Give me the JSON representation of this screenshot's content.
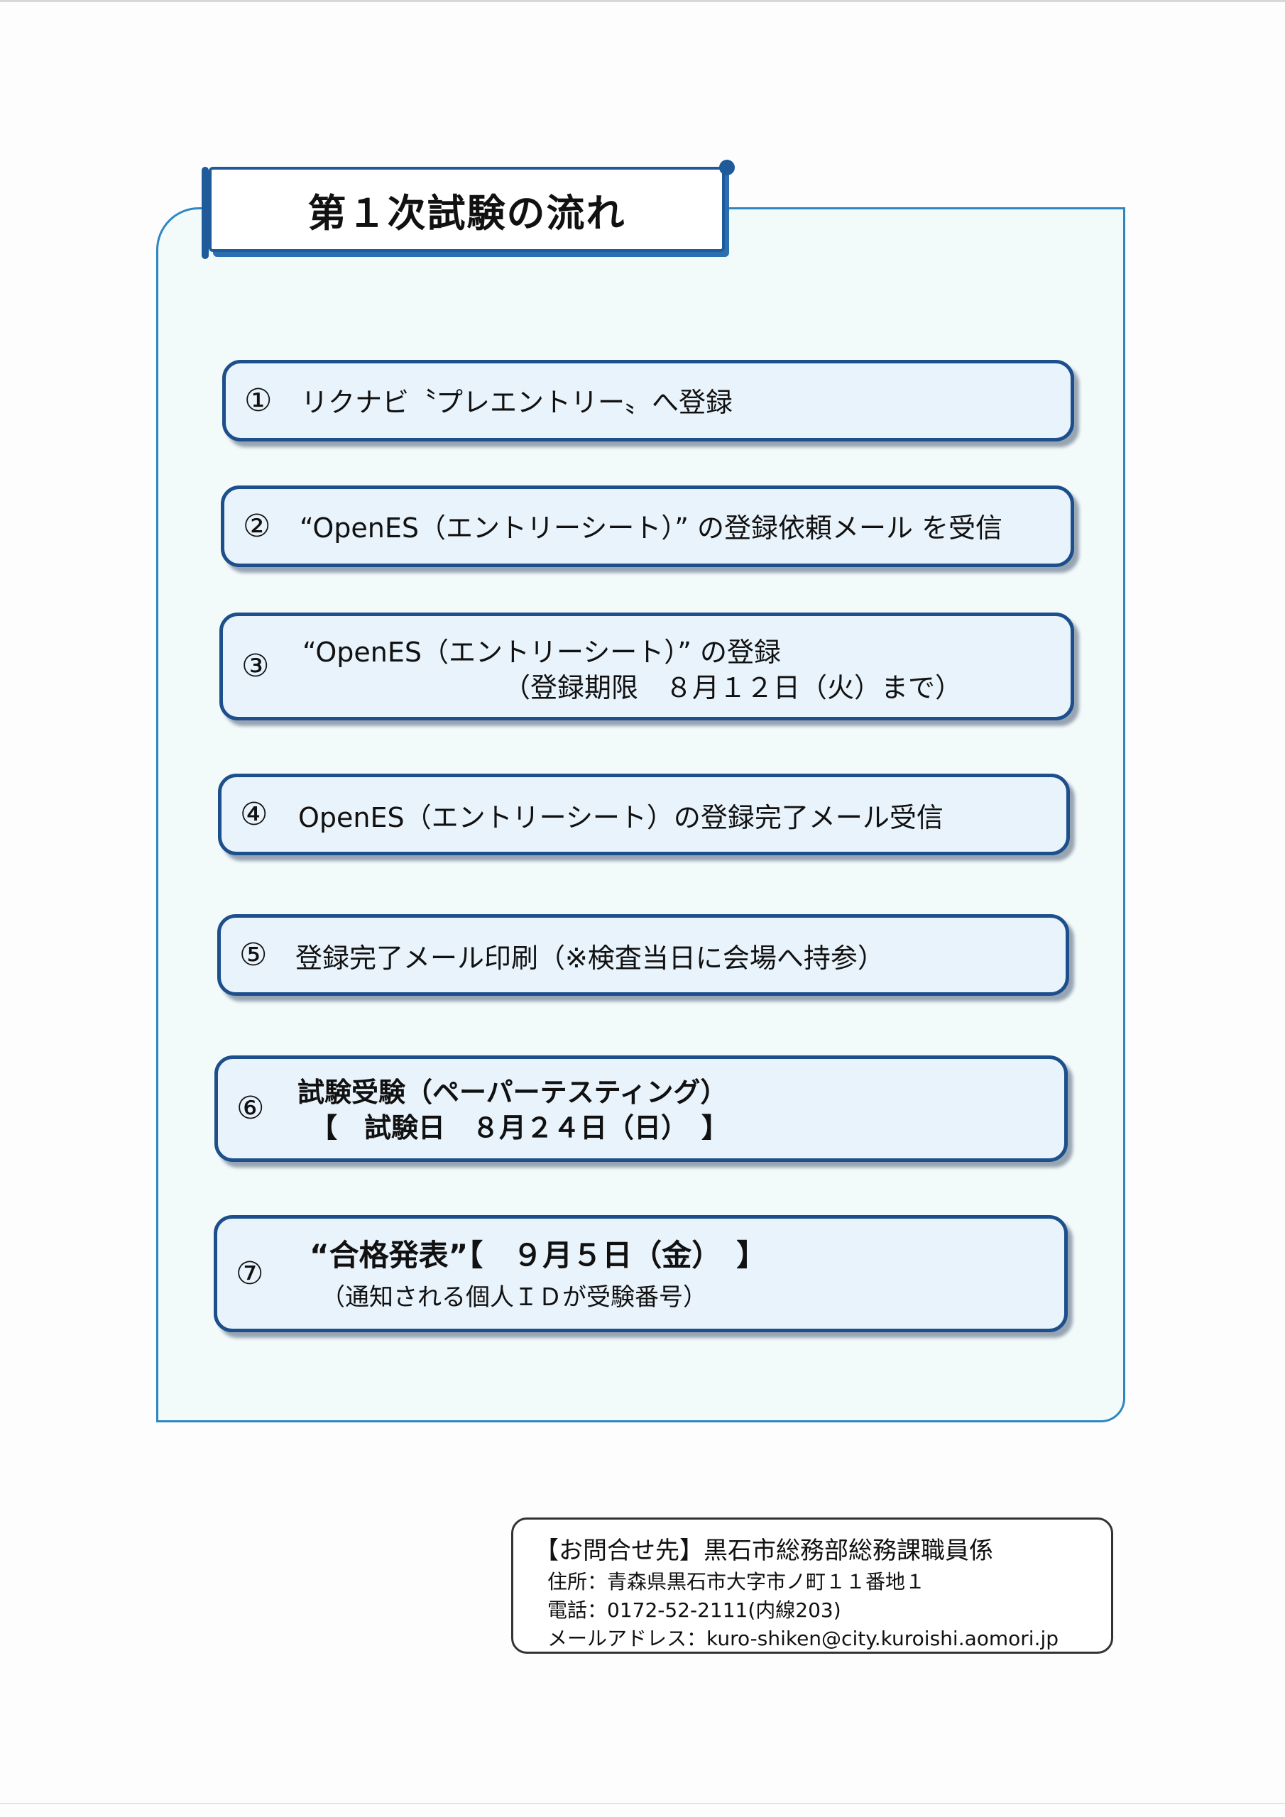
{
  "title": "第１次試験の流れ",
  "steps": [
    {
      "num": "①",
      "lines": [
        "リクナビ〝プレエントリー〟へ登録"
      ]
    },
    {
      "num": "②",
      "lines": [
        "“OpenES（エントリーシート）” の登録依頼メール を受信"
      ]
    },
    {
      "num": "③",
      "lines": [
        "“OpenES（エントリーシート）” の登録",
        "（登録期限　８月１２日（火）まで）"
      ]
    },
    {
      "num": "④",
      "lines": [
        "OpenES（エントリーシート）の登録完了メール受信"
      ]
    },
    {
      "num": "⑤",
      "lines": [
        "登録完了メール印刷（※検査当日に会場へ持参）"
      ]
    },
    {
      "num": "⑥",
      "lines": [
        "試験受験（ペーパーテスティング）",
        "【　試験日　８月２４日（日）　】"
      ]
    },
    {
      "num": "⑦",
      "lines": [
        "“合格発表”【　９月５日（金）　】",
        "（通知される個人ＩＤが受験番号）"
      ]
    }
  ],
  "contact": {
    "heading": "【お問合せ先】黒石市総務部総務課職員係",
    "address": "住所：青森県黒石市大字市ノ町１１番地１",
    "phone": "電話：0172-52-2111(内線203)",
    "email": "メールアドレス：kuro-shiken@city.kuroishi.aomori.jp"
  }
}
